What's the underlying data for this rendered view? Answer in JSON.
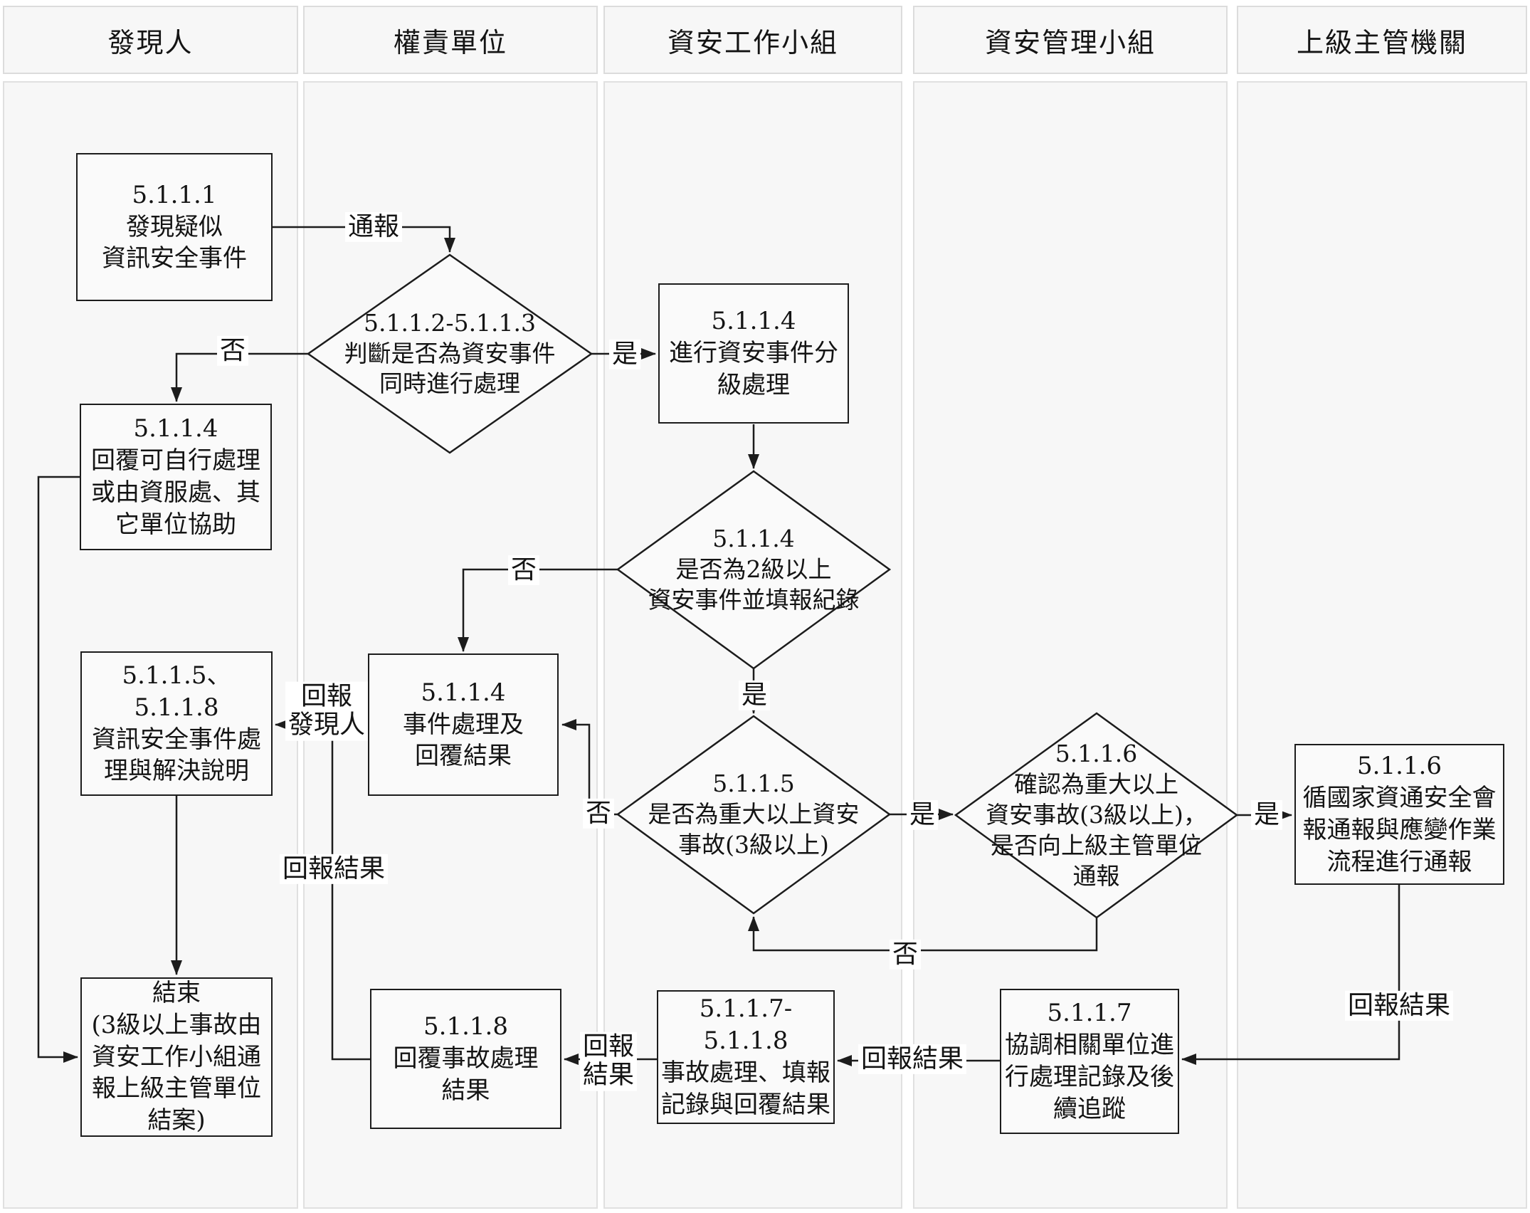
{
  "colors": {
    "page_bg": "#ffffff",
    "lane_fill": "#f7f7f7",
    "lane_border": "#dcdcdc",
    "shape_stroke": "#1c1c1c",
    "shape_fill": "#fafafa",
    "text": "#141414",
    "edge_label_bg": "#ffffff"
  },
  "lanes": [
    {
      "title": "發現人"
    },
    {
      "title": "權責單位"
    },
    {
      "title": "資安工作小組"
    },
    {
      "title": "資安管理小組"
    },
    {
      "title": "上級主管機關"
    }
  ],
  "nodes": {
    "discover": {
      "type": "process",
      "text": "5.1.1.1\n發現疑似\n資訊安全事件"
    },
    "judge": {
      "type": "decision",
      "text": "5.1.1.2-5.1.1.3\n判斷是否為資安事件\n同時進行處理"
    },
    "classify": {
      "type": "process",
      "text": "5.1.1.4\n進行資安事件分\n級處理"
    },
    "reply_self": {
      "type": "process",
      "text": "5.1.1.4\n回覆可自行處理\n或由資服處、其\n它單位協助"
    },
    "level2_check": {
      "type": "decision",
      "text": "5.1.1.4\n是否為2級以上\n資安事件並填報紀錄"
    },
    "handle_reply": {
      "type": "process",
      "text": "5.1.1.4\n事件處理及\n回覆結果"
    },
    "major_check": {
      "type": "decision",
      "text": "5.1.1.5\n是否為重大以上資安\n事故(3級以上)"
    },
    "confirm_major": {
      "type": "decision",
      "text": "5.1.1.6\n確認為重大以上\n資安事故(3級以上)，\n是否向上級主管單位\n通報"
    },
    "national_report": {
      "type": "process",
      "text": "5.1.1.6\n循國家資通安全會\n報通報與應變作業\n流程進行通報"
    },
    "explain": {
      "type": "process",
      "text": "5.1.1.5、5.1.1.8\n資訊安全事件處\n理與解決說明"
    },
    "coordinate": {
      "type": "process",
      "text": "5.1.1.7\n協調相關單位進\n行處理記錄及後\n續追蹤"
    },
    "incident_handle": {
      "type": "process",
      "text": "5.1.1.7-5.1.1.8\n事故處理、填報\n記錄與回覆結果"
    },
    "reply_incident": {
      "type": "process",
      "text": "5.1.1.8\n回覆事故處理\n結果"
    },
    "end": {
      "type": "terminator",
      "text": "結束\n(3級以上事故由\n資安工作小組通\n報上級主管單位\n結案)"
    }
  },
  "edge_labels": {
    "notify": "通報",
    "yes": "是",
    "no": "否",
    "report_discoverer": "回報\n發現人",
    "report_result": "回報結果",
    "report_result_two_line": "回報\n結果"
  }
}
